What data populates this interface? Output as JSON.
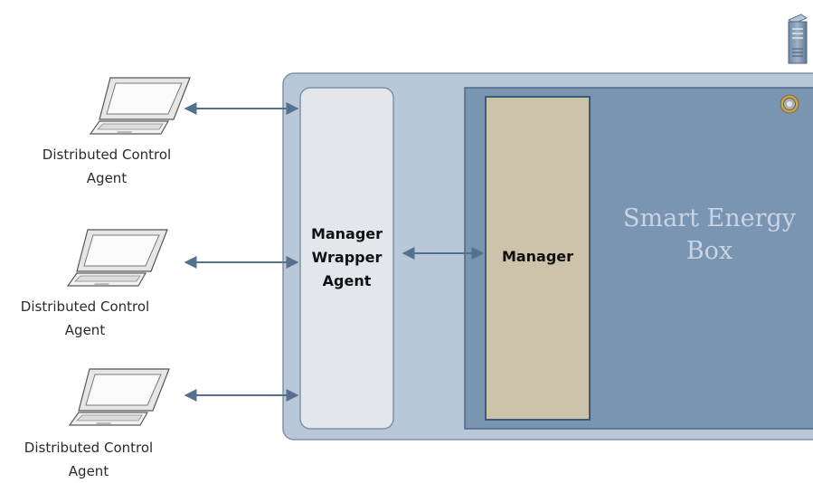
{
  "agents": [
    {
      "line1": "Distributed Control",
      "line2": "Agent"
    },
    {
      "line1": "Distributed Control",
      "line2": "Agent"
    },
    {
      "line1": "Distributed Control",
      "line2": "Agent"
    }
  ],
  "wrapper": {
    "line1": "Manager",
    "line2": "Wrapper",
    "line3": "Agent"
  },
  "manager": {
    "label": "Manager"
  },
  "smart_energy_box": {
    "line1": "Smart Energy",
    "line2": "Box"
  },
  "icons": {
    "agent_device": "laptop-icon",
    "server": "server-tower-icon",
    "power_button": "power-button-icon"
  },
  "colors": {
    "outer_box": "#b9c8d8",
    "wrapper_panel": "#e3e7ec",
    "smart_energy_box": "#7a95b2",
    "manager_panel": "#cdc2aa",
    "arrows": "#56718e"
  }
}
